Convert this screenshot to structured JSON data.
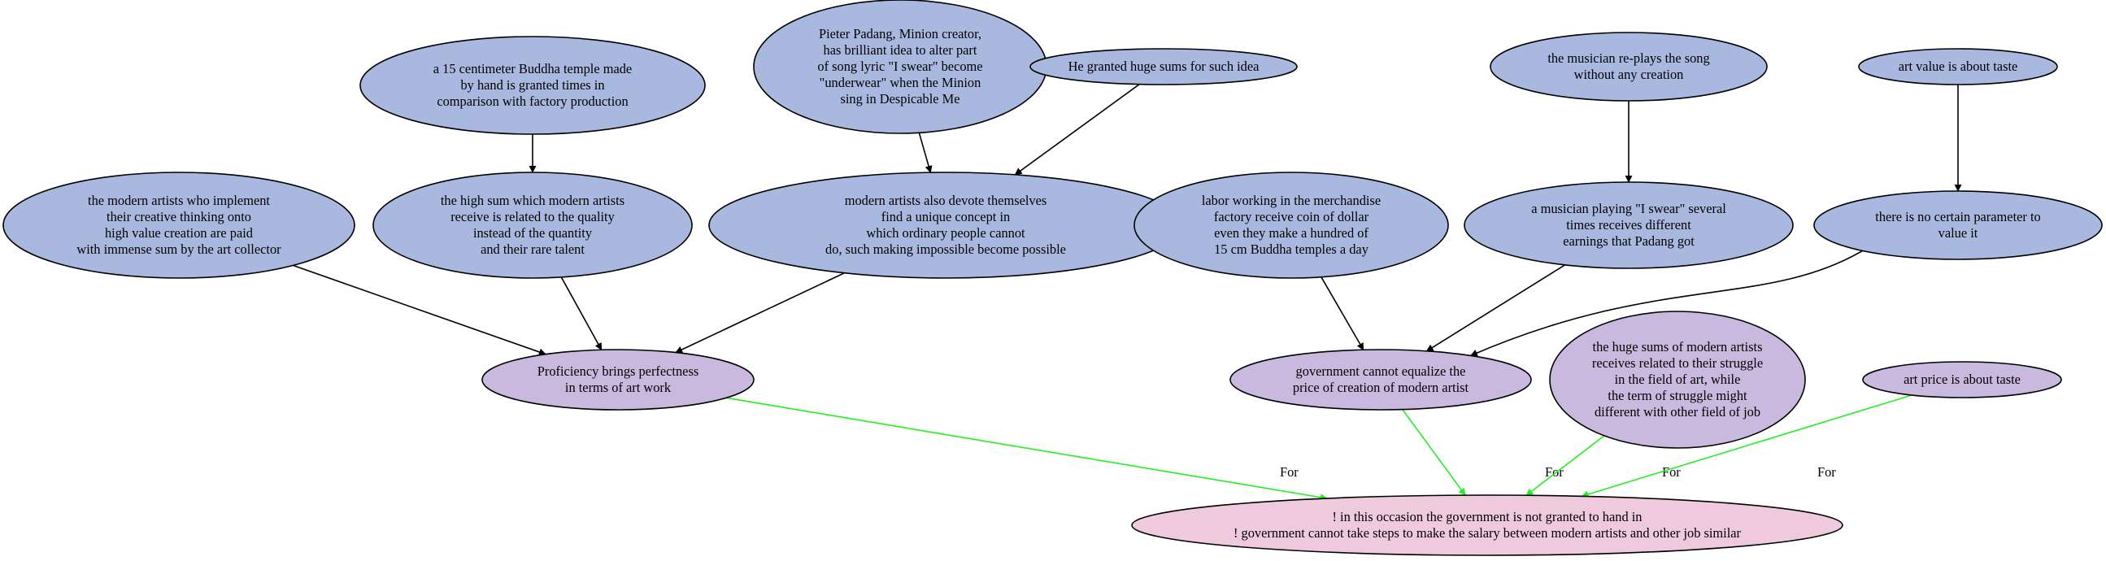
{
  "colors": {
    "premise": "#a9b8de",
    "intermediate": "#c9b9de",
    "conclusion": "#efc9dc",
    "support_edge": "#22ee22",
    "plain_edge": "#000000"
  },
  "nodes": {
    "buddha_temple": {
      "kind": "premise",
      "lines": [
        "a 15 centimeter Buddha temple made",
        "by hand is granted times in",
        "comparison with factory production"
      ]
    },
    "pieter_padang": {
      "kind": "premise",
      "lines": [
        "Pieter Padang, Minion creator,",
        "has brilliant idea to alter part",
        "of song lyric \"I swear\" become",
        "\"underwear\" when the Minion",
        "sing in Despicable Me"
      ]
    },
    "huge_sums_idea": {
      "kind": "premise",
      "lines": [
        "He granted huge sums for such idea"
      ]
    },
    "musician_replays": {
      "kind": "premise",
      "lines": [
        "the musician re-plays the song",
        "without any creation"
      ]
    },
    "art_value_taste": {
      "kind": "premise",
      "lines": [
        "art value is about taste"
      ]
    },
    "modern_artists_implement": {
      "kind": "premise",
      "lines": [
        "the modern artists who implement",
        "their creative thinking onto",
        "high value creation are paid",
        "with immense sum by the art collector"
      ]
    },
    "high_sum_quality": {
      "kind": "premise",
      "lines": [
        "the high sum which modern artists",
        "receive is related to the quality",
        "instead of the quantity",
        "and their rare talent"
      ]
    },
    "devote_themselves": {
      "kind": "premise",
      "lines": [
        "modern artists also devote themselves",
        "find a unique concept in",
        "which ordinary people cannot",
        "do, such making impossible become possible"
      ]
    },
    "labor_merchandise": {
      "kind": "premise",
      "lines": [
        "labor working in the merchandise",
        "factory receive coin of dollar",
        "even they make a hundred of",
        "15 cm Buddha temples a day"
      ]
    },
    "musician_playing": {
      "kind": "premise",
      "lines": [
        "a musician playing \"I swear\" several",
        "times receives different",
        "earnings that Padang got"
      ]
    },
    "no_parameter": {
      "kind": "premise",
      "lines": [
        "there is no certain parameter to",
        "value it"
      ]
    },
    "proficiency": {
      "kind": "intermediate",
      "lines": [
        "Proficiency brings perfectness",
        "in terms of art work"
      ]
    },
    "gov_cannot_equalize": {
      "kind": "intermediate",
      "lines": [
        "government cannot equalize the",
        "price of creation of modern artist"
      ]
    },
    "huge_sums_struggle": {
      "kind": "intermediate",
      "lines": [
        "the huge sums of modern artists",
        "receives related to their struggle",
        "in the field of art, while",
        "the term of struggle might",
        "different with other field of job"
      ]
    },
    "art_price_taste": {
      "kind": "intermediate",
      "lines": [
        "art price is about taste"
      ]
    },
    "conclusion": {
      "kind": "conclusion",
      "lines": [
        "! in this occasion the government is not granted to hand in",
        "! government cannot take steps to make the salary between modern artists and other job similar"
      ]
    }
  },
  "edges": [
    {
      "from": "buddha_temple",
      "to": "high_sum_quality",
      "kind": "plain",
      "label": ""
    },
    {
      "from": "pieter_padang",
      "to": "devote_themselves",
      "kind": "plain",
      "label": ""
    },
    {
      "from": "huge_sums_idea",
      "to": "devote_themselves",
      "kind": "plain",
      "label": ""
    },
    {
      "from": "musician_replays",
      "to": "musician_playing",
      "kind": "plain",
      "label": ""
    },
    {
      "from": "art_value_taste",
      "to": "no_parameter",
      "kind": "plain",
      "label": ""
    },
    {
      "from": "modern_artists_implement",
      "to": "proficiency",
      "kind": "plain",
      "label": ""
    },
    {
      "from": "high_sum_quality",
      "to": "proficiency",
      "kind": "plain",
      "label": ""
    },
    {
      "from": "devote_themselves",
      "to": "proficiency",
      "kind": "plain",
      "label": ""
    },
    {
      "from": "labor_merchandise",
      "to": "gov_cannot_equalize",
      "kind": "plain",
      "label": ""
    },
    {
      "from": "musician_playing",
      "to": "gov_cannot_equalize",
      "kind": "plain",
      "label": ""
    },
    {
      "from": "no_parameter",
      "to": "gov_cannot_equalize",
      "kind": "plain",
      "label": ""
    },
    {
      "from": "proficiency",
      "to": "conclusion",
      "kind": "support",
      "label": "For"
    },
    {
      "from": "gov_cannot_equalize",
      "to": "conclusion",
      "kind": "support",
      "label": "For"
    },
    {
      "from": "huge_sums_struggle",
      "to": "conclusion",
      "kind": "support",
      "label": "For"
    },
    {
      "from": "art_price_taste",
      "to": "conclusion",
      "kind": "support",
      "label": "For"
    }
  ]
}
